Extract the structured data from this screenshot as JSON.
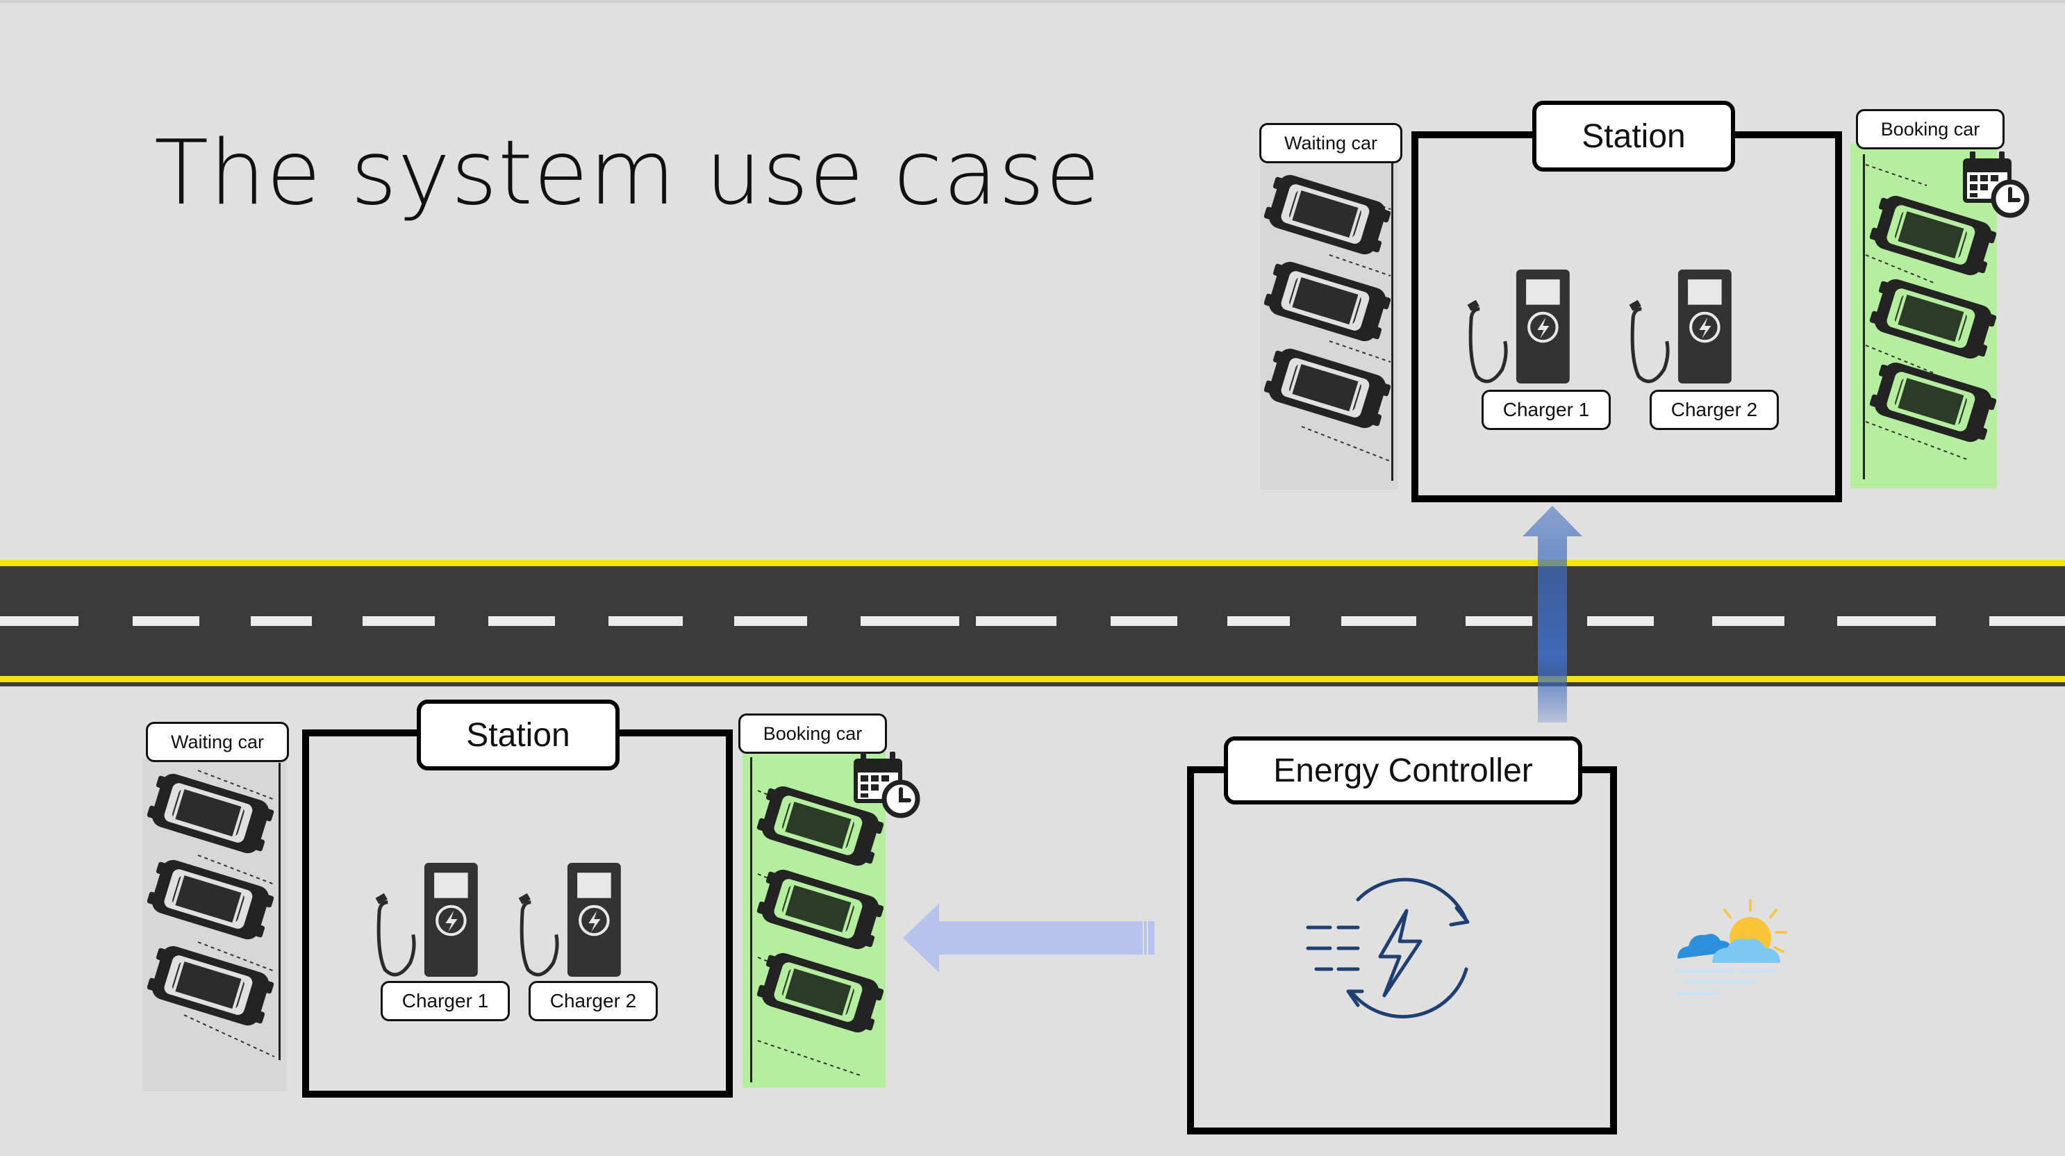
{
  "title": "The system use case",
  "top_station": {
    "title": "Station",
    "waiting_label": "Waiting car",
    "booking_label": "Booking car",
    "charger1_label": "Charger 1",
    "charger2_label": "Charger 2"
  },
  "bottom_station": {
    "title": "Station",
    "waiting_label": "Waiting car",
    "booking_label": "Booking car",
    "charger1_label": "Charger 1",
    "charger2_label": "Charger 2"
  },
  "energy_controller": {
    "title": "Energy Controller"
  },
  "icons": {
    "charger": "ev-charger-icon",
    "car": "car-top-view-icon",
    "calendar": "calendar-clock-icon",
    "energy": "energy-cycle-icon",
    "weather": "sun-cloud-wind-icon"
  },
  "colors": {
    "background": "#e0e0e0",
    "booking_zone": "#b6ee9f",
    "waiting_zone": "#d7d7d7",
    "road": "#3b3b3b",
    "road_edge": "#f2e600",
    "arrow_up": "#3f6bbf",
    "arrow_left": "#b7c5ee",
    "energy_icon": "#1f3f73"
  }
}
